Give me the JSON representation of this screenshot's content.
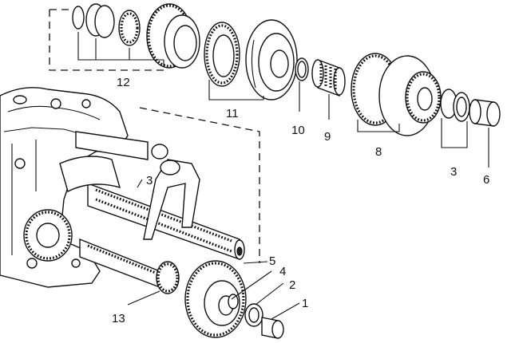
{
  "callouts": {
    "c1": "1",
    "c2": "2",
    "c3a": "3",
    "c3b": "3",
    "c4": "4",
    "c5": "5",
    "c6": "6",
    "c8": "8",
    "c9": "9",
    "c10": "10",
    "c11": "11",
    "c12": "12",
    "c13": "13"
  },
  "colors": {
    "ink": "#111111",
    "paper": "#ffffff"
  }
}
